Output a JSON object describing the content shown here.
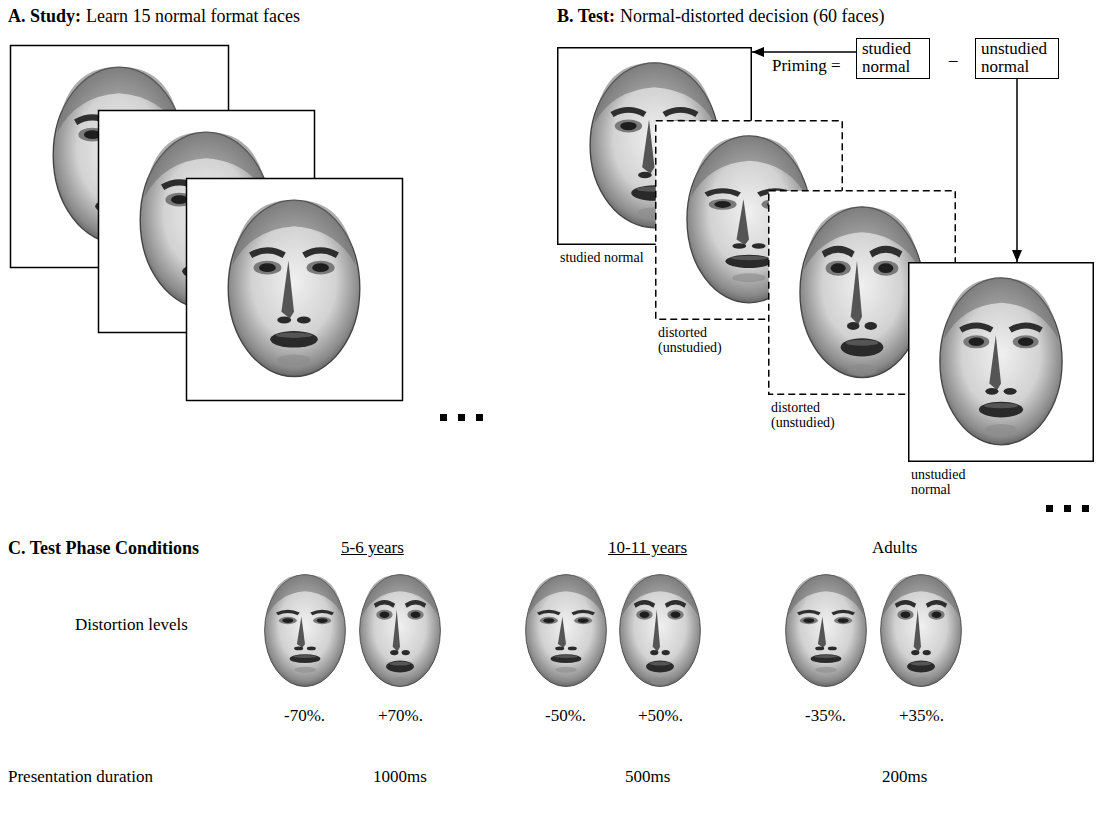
{
  "diagram": {
    "nodes": [
      {
        "text": [
          "studied normal"
        ]
      },
      {
        "text": [
          "distorted (unstudied)"
        ]
      },
      {
        "text": [
          "distorted (unstudied)"
        ]
      },
      {
        "text": [
          "unstudied normal"
        ]
      },
      {
        "text": [
          "studied normal"
        ]
      },
      {
        "text": [
          "unstudied normal"
        ]
      }
    ],
    "edges": [
      {
        "from": 4,
        "to": 0,
        "arrow": "to"
      },
      {
        "from": 5,
        "to": 3,
        "arrow": "to"
      }
    ],
    "labels": [
      "A. Study:",
      "Learn 15 normal format faces",
      "B. Test:",
      "Normal-distorted decision (60 faces)",
      "Priming =",
      "–",
      "C. Test Phase Conditions",
      "5-6 years",
      "10-11 years",
      "Adults",
      "Distortion levels",
      "-70%.",
      "+70%.",
      "-50%.",
      "+50%.",
      "-35%.",
      "+35%.",
      "Presentation duration",
      "1000ms",
      "500ms",
      "200ms"
    ]
  }
}
